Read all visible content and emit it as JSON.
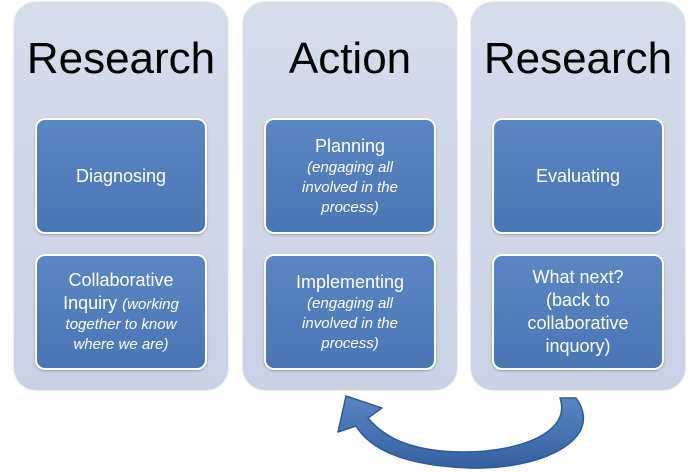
{
  "columns": [
    {
      "title": "Research",
      "boxes": [
        {
          "label": "Diagnosing"
        },
        {
          "label_line1": "Collaborative",
          "label_line2": "Inquiry",
          "note_inline": "(working",
          "note_line2": "together to know",
          "note_line3": "where we are)"
        }
      ]
    },
    {
      "title": "Action",
      "boxes": [
        {
          "label": "Planning",
          "note_line1": "(engaging all",
          "note_line2": "involved in the",
          "note_line3": "process)"
        },
        {
          "label": "Implementing",
          "note_line1": "(engaging all",
          "note_line2": "involved in the",
          "note_line3": "process)"
        }
      ]
    },
    {
      "title": "Research",
      "boxes": [
        {
          "label": "Evaluating"
        },
        {
          "line1": "What next?",
          "line2": "(back to",
          "line3": "collaborative",
          "line4": "inquory)"
        }
      ]
    }
  ],
  "colors": {
    "column_bg": "#cfd7e8",
    "box_fill": "#5180bf",
    "box_border": "#ffffff",
    "arrow": "#3e69a8"
  }
}
